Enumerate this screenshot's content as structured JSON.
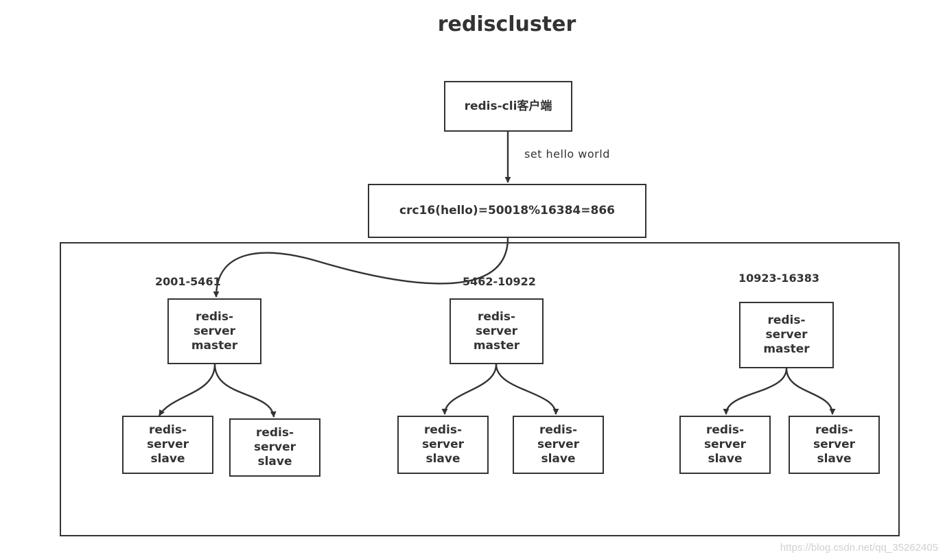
{
  "title": "rediscluster",
  "client": {
    "label": "redis-cli客户端"
  },
  "command_label": "set hello world",
  "hash": {
    "label": "crc16(hello)=50018%16384=866"
  },
  "groups": [
    {
      "range": "2001-5461",
      "master": [
        "redis-",
        "server",
        "master"
      ],
      "slaves": [
        [
          "redis-",
          "server",
          "slave"
        ],
        [
          "redis-",
          "server",
          "slave"
        ]
      ]
    },
    {
      "range": "5462-10922",
      "master": [
        "redis-",
        "server",
        "master"
      ],
      "slaves": [
        [
          "redis-",
          "server",
          "slave"
        ],
        [
          "redis-",
          "server",
          "slave"
        ]
      ]
    },
    {
      "range": "10923-16383",
      "master": [
        "redis-",
        "server",
        "master"
      ],
      "slaves": [
        [
          "redis-",
          "server",
          "slave"
        ],
        [
          "redis-",
          "server",
          "slave"
        ]
      ]
    }
  ],
  "watermark": "https://blog.csdn.net/qq_35262405",
  "colors": {
    "stroke": "#333333",
    "background": "#ffffff",
    "watermark": "#d0d0d0"
  }
}
